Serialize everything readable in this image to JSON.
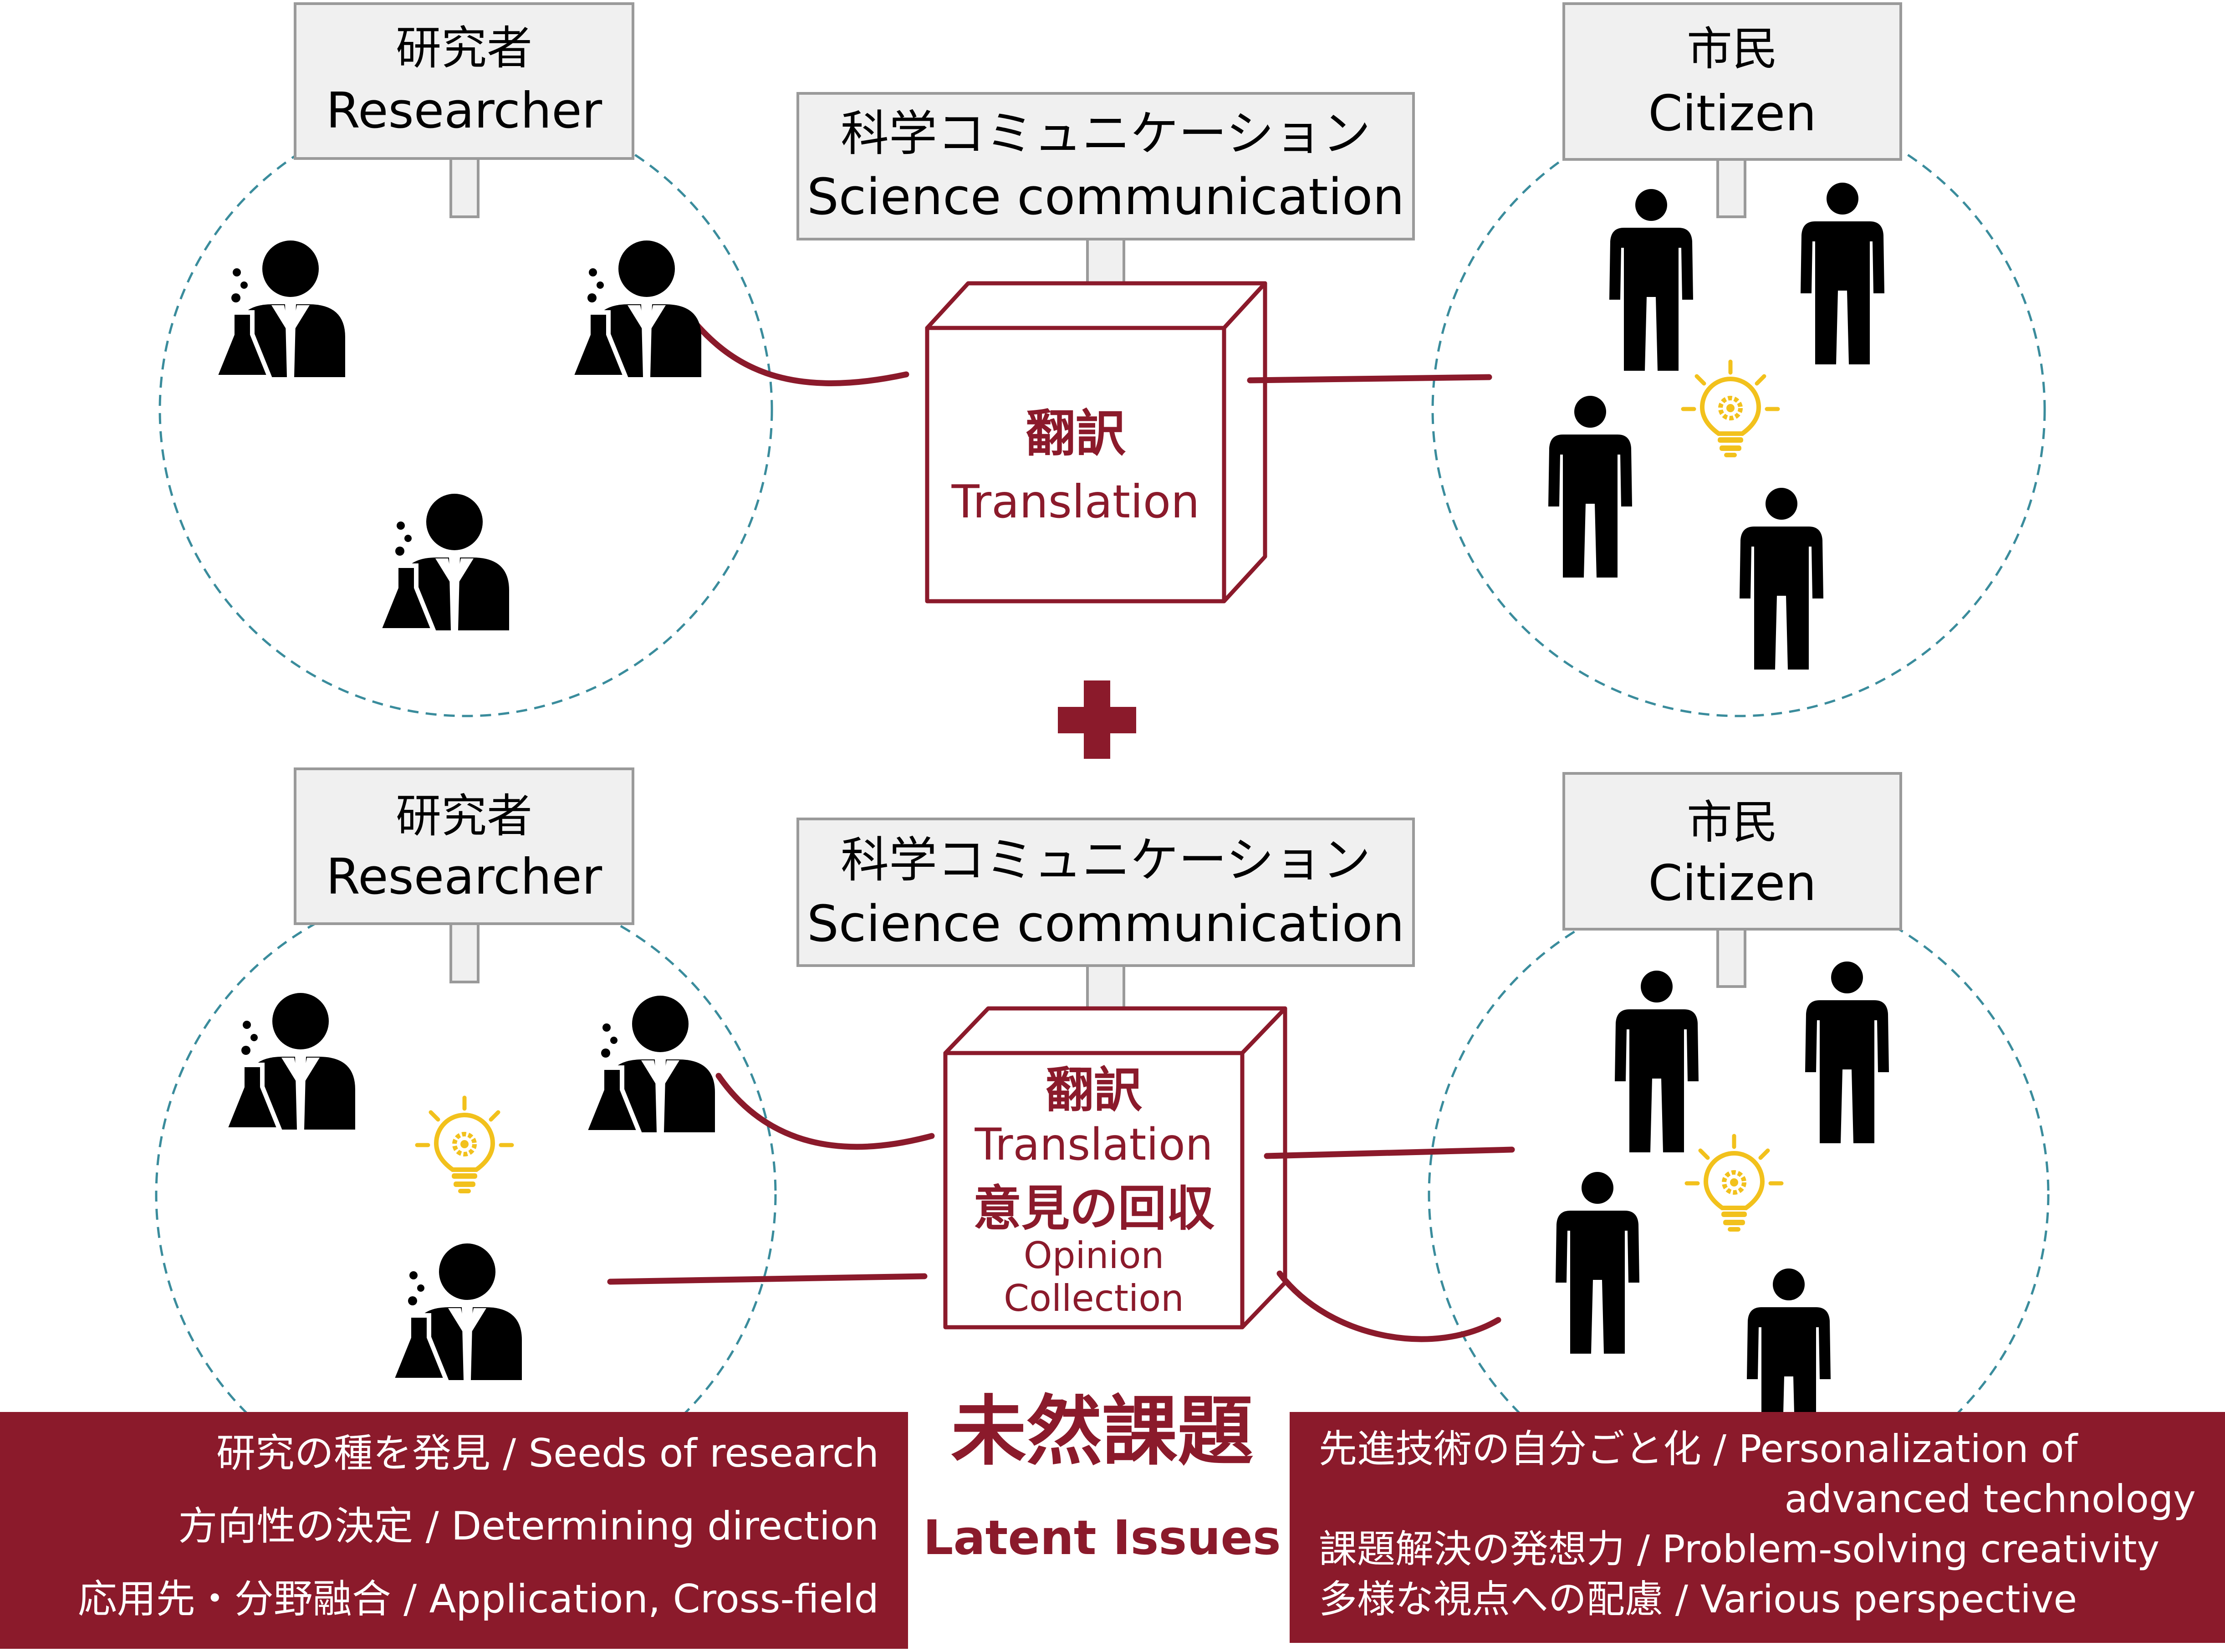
{
  "colors": {
    "accent": "#8B1A2B",
    "label_box_fill": "#F0F0F0",
    "label_box_stroke": "#9A9A9A",
    "dashed_circle": "#3A8C9C",
    "bulb": "#F2C11C",
    "icon": "#000000",
    "banner_text": "#FFFFFF"
  },
  "top": {
    "researcher_label": {
      "ja": "研究者",
      "en": "Researcher"
    },
    "sci_comm_label": {
      "ja": "科学コミュニケーション",
      "en": "Science communication"
    },
    "citizen_label": {
      "ja": "市民",
      "en": "Citizen"
    },
    "box": {
      "ja": "翻訳",
      "en": "Translation"
    }
  },
  "plus": "+",
  "bottom": {
    "researcher_label": {
      "ja": "研究者",
      "en": "Researcher"
    },
    "sci_comm_label": {
      "ja": "科学コミュニケーション",
      "en": "Science communication"
    },
    "citizen_label": {
      "ja": "市民",
      "en": "Citizen"
    },
    "box": {
      "ja": "翻訳",
      "en": "Translation",
      "ja2": "意見の回収",
      "en2a": "Opinion",
      "en2b": "Collection"
    }
  },
  "latent": {
    "ja": "未然課題",
    "en": "Latent Issues"
  },
  "left_banner": [
    "研究の種を発見 / Seeds of research",
    "方向性の決定 / Determining direction",
    "応用先・分野融合 / Application, Cross-field"
  ],
  "right_banner": [
    "先進技術の自分ごと化 / Personalization of",
    "advanced technology",
    "課題解決の発想力 / Problem-solving creativity",
    "多様な視点への配慮 / Various perspective"
  ],
  "icons": {
    "researcher": "scientist-icon",
    "citizen": "person-icon",
    "idea": "lightbulb-gear-icon"
  }
}
